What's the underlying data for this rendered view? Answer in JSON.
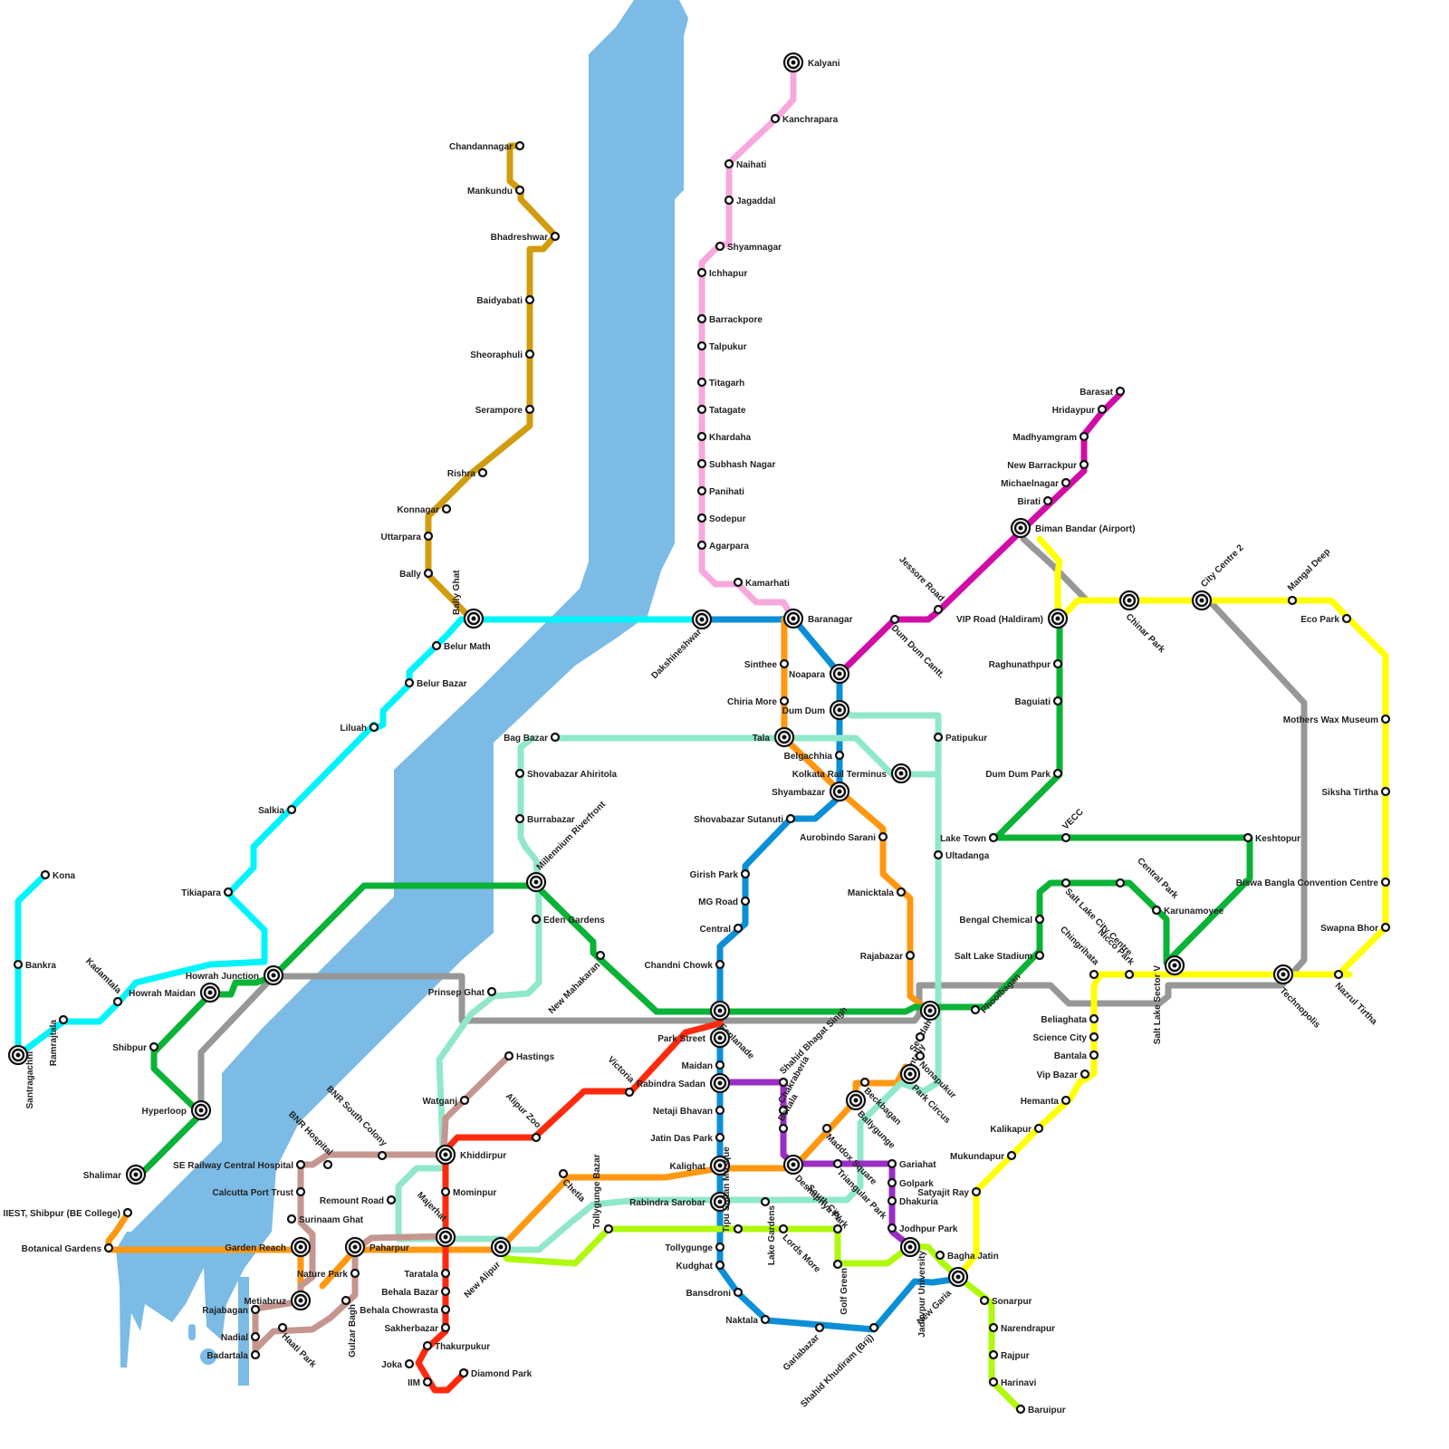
{
  "colors": {
    "river": "#7bbbe6",
    "bandel": "#d19c0d",
    "pink": "#f7a8dc",
    "cyan": "#00f4fc",
    "blue": "#0b8fd6",
    "orange": "#ff9810",
    "mint": "#90e8c8",
    "green": "#0ab336",
    "gray": "#979797",
    "magenta": "#d00ea6",
    "yellow": "#ffff00",
    "red": "#ff2a0d",
    "purple": "#9a2ec4",
    "lime": "#aef90c",
    "rose": "#c4968f"
  },
  "lines": [
    {
      "name": "bandel",
      "color": "#d19c0d"
    },
    {
      "name": "pink",
      "color": "#f7a8dc"
    },
    {
      "name": "cyan",
      "color": "#00f4fc"
    },
    {
      "name": "blue",
      "color": "#0b8fd6"
    },
    {
      "name": "orange",
      "color": "#ff9810"
    },
    {
      "name": "mint",
      "color": "#90e8c8"
    },
    {
      "name": "green",
      "color": "#0ab336"
    },
    {
      "name": "gray",
      "color": "#979797"
    },
    {
      "name": "magenta",
      "color": "#d00ea6"
    },
    {
      "name": "yellow",
      "color": "#ffff00"
    },
    {
      "name": "red",
      "color": "#ff2a0d"
    },
    {
      "name": "purple",
      "color": "#9a2ec4"
    },
    {
      "name": "lime",
      "color": "#aef90c"
    },
    {
      "name": "rose",
      "color": "#c4968f"
    }
  ],
  "stations": {
    "kalyani": "Kalyani",
    "kanchrapara": "Kanchrapara",
    "naihati": "Naihati",
    "jagaddal": "Jagaddal",
    "shyamnagar": "Shyamnagar",
    "ichhapur": "Ichhapur",
    "barrackpore": "Barrackpore",
    "talpukur": "Talpukur",
    "titagarh": "Titagarh",
    "tatagate": "Tatagate",
    "khardaha": "Khardaha",
    "subhash_nagar": "Subhash Nagar",
    "panihati": "Panihati",
    "sodepur": "Sodepur",
    "agarpara": "Agarpara",
    "kamarhati": "Kamarhati",
    "baranagar": "Baranagar",
    "chandannagar": "Chandannagar",
    "mankundu": "Mankundu",
    "bhadreshwar": "Bhadreshwar",
    "baidyabati": "Baidyabati",
    "sheoraphuli": "Sheoraphuli",
    "serampore": "Serampore",
    "rishra": "Rishra",
    "konnagar": "Konnagar",
    "uttarpara": "Uttarpara",
    "bally": "Bally",
    "bally_ghat": "Bally Ghat",
    "belur_math": "Belur Math",
    "belur_bazar": "Belur Bazar",
    "liluah": "Liluah",
    "salkia": "Salkia",
    "tikiapara": "Tikiapara",
    "kona": "Kona",
    "bankra": "Bankra",
    "santragachhi": "Santragachhi",
    "ramrajtala": "Ramrajtala",
    "kadamtala": "Kadamtala",
    "howrah_maidan": "Howrah Maidan",
    "howrah_junction": "Howrah Junction",
    "shibpur": "Shibpur",
    "hyperloop": "Hyperloop",
    "shalimar": "Shalimar",
    "iiest": "IIEST, Shibpur (BE College)",
    "botanical_gardens": "Botanical Gardens",
    "dakshineshwar": "Dakshineshwar",
    "sinthee": "Sinthee",
    "chiria_more": "Chiria More",
    "noapara": "Noapara",
    "dum_dum": "Dum Dum",
    "tala": "Tala",
    "belgachhia": "Belgachhia",
    "kolkata_rail_terminus": "Kolkata Rail Terminus",
    "shyambazar": "Shyambazar",
    "shovabazar_sutanuti": "Shovabazar Sutanuti",
    "aurobindo_sarani": "Aurobindo Sarani",
    "girish_park": "Girish Park",
    "mg_road": "MG Road",
    "central": "Central",
    "chandni_chowk": "Chandni Chowk",
    "esplanade": "Esplanade",
    "park_street": "Park Street",
    "maidan": "Maidan",
    "rabindra_sadan": "Rabindra Sadan",
    "netaji_bhavan": "Netaji Bhavan",
    "jatin_das_park": "Jatin Das Park",
    "kalighat": "Kalighat",
    "rabindra_sarobar": "Rabindra Sarobar",
    "tollygunge": "Tollygunge",
    "kudghat": "Kudghat",
    "bansdroni": "Bansdroni",
    "naktala": "Naktala",
    "gariabazar": "Gariabazar",
    "shahid_khudiram": "Shahid Khudiram (Brij)",
    "new_garia": "New Garia",
    "dum_dum_cantt": "Dum Dum Cantt.",
    "jessore_road": "Jessore Road",
    "biman_bandar": "Biman Bandar (Airport)",
    "birati": "Birati",
    "michaelnagar": "Michaelnagar",
    "new_barrackpur": "New Barrackpur",
    "madhyamgram": "Madhyamgram",
    "hridaypur": "Hridaypur",
    "barasat": "Barasat",
    "vip_road": "VIP Road (Haldiram)",
    "chinar_park": "Chinar Park",
    "city_centre_2": "City Centre 2",
    "mangal_deep": "Mangal Deep",
    "eco_park": "Eco Park",
    "mothers_wax_museum": "Mothers Wax Museum",
    "siksha_tirtha": "Siksha Tirtha",
    "biswa_bangla": "Biswa Bangla Convention Centre",
    "swapna_bhor": "Swapna Bhor",
    "nazrul_tirtha": "Nazrul Tirtha",
    "technopolis": "Technopolis",
    "raghunathpur": "Raghunathpur",
    "baguiati": "Baguiati",
    "dum_dum_park": "Dum Dum Park",
    "lake_town": "Lake Town",
    "vecc": "VECC",
    "keshtopur": "Keshtopur",
    "central_park": "Central Park",
    "karunamoyee": "Karunamoyee",
    "salt_lake_city_centre": "Salt Lake City Centre",
    "bengal_chemical": "Bengal Chemical",
    "salt_lake_stadium": "Salt Lake Stadium",
    "salt_lake_sector_v": "Salt Lake Sector V",
    "nicco_park": "Nicco Park",
    "chingrihata": "Chingrihata",
    "phoolbagan": "Phoolbagan",
    "sealdah": "Sealdah",
    "entally": "Entally",
    "patipukur": "Patipukur",
    "ultadanga": "Ultadanga",
    "manicktala": "Manicktala",
    "rajabazar": "Rajabazar",
    "beliaghata": "Beliaghata",
    "science_city": "Science City",
    "bantala": "Bantala",
    "vip_bazar": "Vip Bazar",
    "hemanta": "Hemanta",
    "kalikapur": "Kalikapur",
    "mukundapur": "Mukundapur",
    "satyajit_ray": "Satyajit Ray",
    "bagha_jatin": "Bagha Jatin",
    "jadavpur_university": "Jadavpur University",
    "sonarpur": "Sonarpur",
    "narendrapur": "Narendrapur",
    "rajpur": "Rajpur",
    "harinavi": "Harinavi",
    "baruipur": "Baruipur",
    "bag_bazar": "Bag Bazar",
    "shovabazar_ahiritola": "Shovabazar Ahiritola",
    "burrabazar": "Burrabazar",
    "millennium_riverfront": "Millennium Riverfront",
    "eden_gardens": "Eden Gardens",
    "new_mahakaran": "New Mahakaran",
    "prinsep_ghat": "Prinsep Ghat",
    "hastings": "Hastings",
    "watganj": "Watganj",
    "khiddirpur": "Khiddirpur",
    "mominpur": "Mominpur",
    "majerhat": "Majerhat",
    "taratala": "Taratala",
    "behala_bazar": "Behala Bazar",
    "behala_chowrasta": "Behala Chowrasta",
    "sakherbazar": "Sakherbazar",
    "thakurpukur": "Thakurpukur",
    "joka": "Joka",
    "iim": "IIM",
    "diamond_park": "Diamond Park",
    "victoria": "Victoria",
    "alipur_zoo": "Alipur Zoo",
    "bnr_south_colony": "BNR South Colony",
    "bnr_hospital": "BNR Hospital",
    "se_railway_central_hospital": "SE Railway Central Hospital",
    "calcutta_port_trust": "Calcutta Port Trust",
    "surinaam_ghat": "Surinaam Ghat",
    "remount_road": "Remount Road",
    "garden_reach": "Garden Reach",
    "paharpur": "Paharpur",
    "nature_park": "Nature Park",
    "metiabruz": "Metiabruz",
    "rajabagan": "Rajabagan",
    "nadial": "Nadial",
    "badartala": "Badartala",
    "haati_park": "Haati Park",
    "gulzar_bagh": "Gulzar Bagh",
    "new_alipur": "New Alipur",
    "chetla": "Chetla",
    "tollygunge_bazar": "Tollygunge Bazar",
    "shahid_bhagat_singh": "Shahid Bhagat Singh",
    "chakraberia": "Chakraberia",
    "beltala": "Beltala",
    "deshapriya_park": "Deshapriya Park",
    "maddox_square": "Maddox Square",
    "ballygunge": "Ballygunge",
    "beckbagan": "Beckbagan",
    "park_circus": "Park Circus",
    "nonapukur": "Nonapukur",
    "gariahat": "Gariahat",
    "golpark": "Golpark",
    "dhakuria": "Dhakuria",
    "jodhpur_park": "Jodhpur Park",
    "triangular_park": "Triangular Park",
    "south_city": "South City",
    "lake_gardens": "Lake Gardens",
    "lords_more": "Lords More",
    "golf_green": "Golf Green",
    "tipu_sultan_mosque": "Tipu Sultan Mosque"
  }
}
